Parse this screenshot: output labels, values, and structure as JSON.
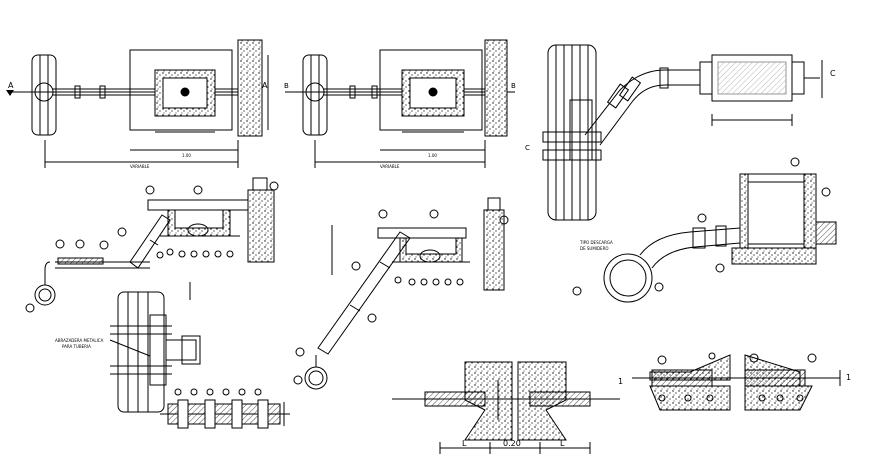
{
  "labels": {
    "section_a_left": "A",
    "section_a_right": "A",
    "section_b_left": "B",
    "section_b_right": "B",
    "section_c_left": "C",
    "section_c_right": "C",
    "section_1_left": "1",
    "section_1_right": "1",
    "dim_variable_left": "VARIABLE",
    "dim_variable_right": "VARIABLE",
    "dim_small_left": "1.00",
    "dim_small_right": "1.00",
    "dim_l_left": "L",
    "dim_l_right": "L",
    "dim_gap": "0.20",
    "note_abrazadera_1": "ABRAZADERA METALICA",
    "note_abrazadera_2": "PARA TUBERIA",
    "note_curve_1": "TIPO DESCARGA",
    "note_curve_2": "DE SUMIDERO"
  },
  "colors": {
    "ink": "#000000",
    "paper": "#ffffff",
    "hatch": "#6b6b6b"
  }
}
